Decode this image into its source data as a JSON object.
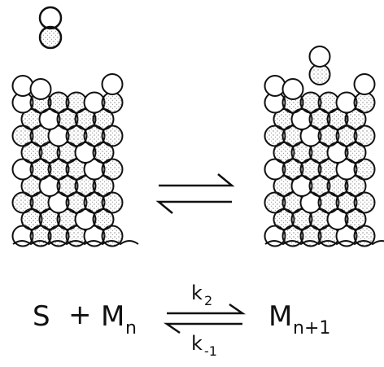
{
  "diagram": {
    "colors": {
      "ink": "#111111",
      "paper": "#ffffff",
      "stipple": "#555555"
    },
    "equation": {
      "lhs_reactant": "S",
      "plus": "+",
      "lhs_polymer_symbol": "M",
      "lhs_polymer_subscript": "n",
      "forward_rate_symbol": "k",
      "forward_rate_subscript": "2",
      "reverse_rate_symbol": "k",
      "reverse_rate_subscript": "-1",
      "rhs_polymer_symbol": "M",
      "rhs_polymer_subscript": "n+1"
    }
  }
}
